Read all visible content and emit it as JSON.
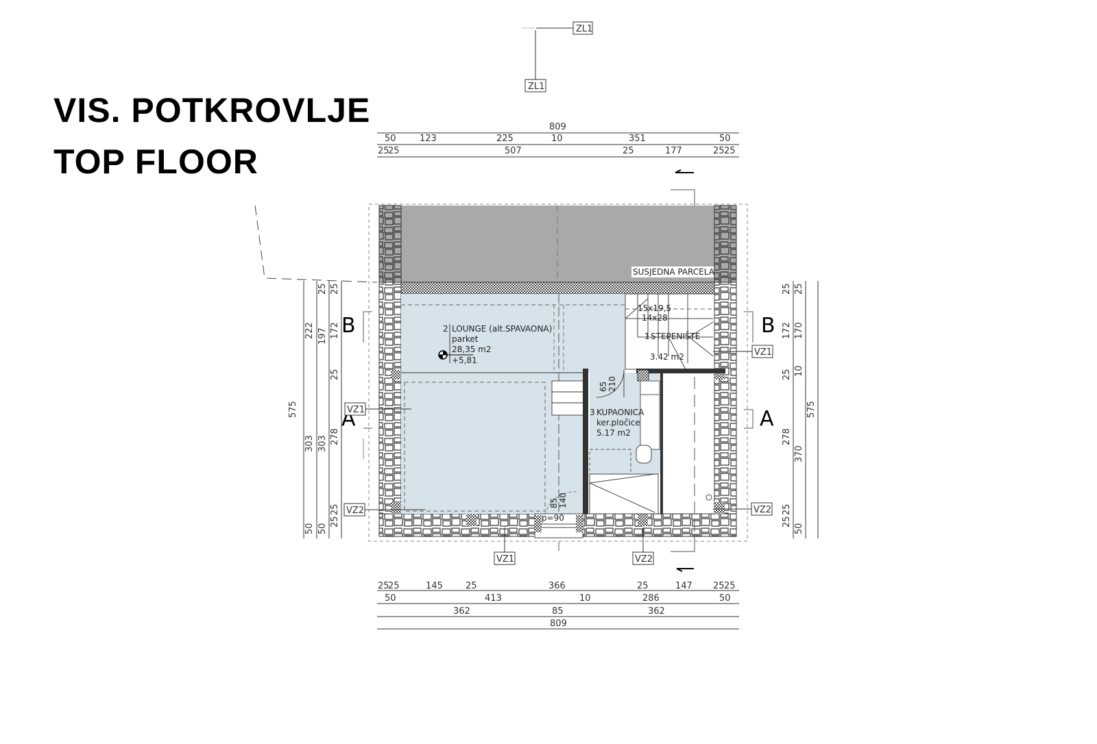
{
  "title": {
    "line1": "VIS. POTKROVLJE",
    "line2": "TOP FLOOR"
  },
  "colors": {
    "room_fill": "#d6e3ea",
    "neighbor_fill": "#a9a9a9",
    "wall_stone": "#ffffff",
    "line": "#333333"
  },
  "top_dims": {
    "overall": "809",
    "row1": [
      "50",
      "123",
      "225",
      "10",
      "351",
      "50"
    ],
    "row2": [
      "25",
      "25",
      "507",
      "25",
      "177",
      "25",
      "25"
    ]
  },
  "bottom_dims": {
    "row1": [
      "25",
      "25",
      "145",
      "25",
      "366",
      "25",
      "147",
      "25",
      "25"
    ],
    "row2": [
      "50",
      "413",
      "10",
      "286",
      "50"
    ],
    "row3": [
      "362",
      "85",
      "362"
    ],
    "overall": "809"
  },
  "left_dims": {
    "overall": "575",
    "col1": [
      "222",
      "303",
      "50"
    ],
    "col2": [
      "25",
      "197",
      "303",
      "50"
    ],
    "col3": [
      "25",
      "172",
      "25",
      "278",
      "25",
      "25"
    ]
  },
  "right_dims": {
    "overall": "575",
    "col1": [
      "25",
      "172",
      "25",
      "278",
      "25",
      "25"
    ],
    "col2": [
      "25",
      "170",
      "10",
      "370",
      "50"
    ]
  },
  "labels": {
    "neighbor": "SUSJEDNA PARCELA",
    "room1": {
      "num": "1",
      "name": "STEPENIŠTE",
      "area": "3.42  m2",
      "stair1": "15x19,5",
      "stair2": "14x28"
    },
    "room2": {
      "num": "2",
      "name": "LOUNGE  (alt.SPAVAONA)",
      "floor": "parket",
      "area": "28,35  m2",
      "level": "+5,81"
    },
    "room3": {
      "num": "3",
      "name": "KUPAONICA",
      "floor": "ker.pločice",
      "area": "5.17  m2"
    },
    "door_bath": [
      "65",
      "210"
    ],
    "window": [
      "85",
      "140"
    ],
    "parapet": "p=90"
  },
  "tags": {
    "zl1_top": "ZL1",
    "zl1_mid": "ZL1",
    "vz1_left": "VZ1",
    "vz2_left": "VZ2",
    "vz1_right": "VZ1",
    "vz2_right": "VZ2",
    "vz1_bottom": "VZ1",
    "vz2_bottom": "VZ2"
  },
  "sections": {
    "b_left": "B",
    "b_right": "B",
    "a_left": "A",
    "a_right": "A"
  }
}
